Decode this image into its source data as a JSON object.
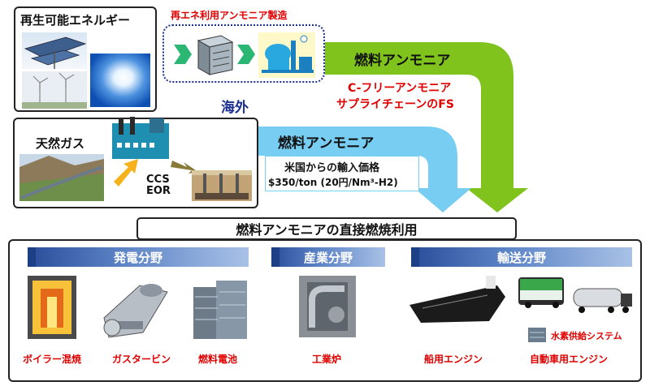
{
  "renewable": {
    "title": "再生可能エネルギー"
  },
  "overseas": {
    "manufacture_label": "再エネ利用アンモニア製造",
    "region_label": "海外"
  },
  "top_flow": {
    "label": "燃料アンモニア"
  },
  "fs_note": {
    "line1": "C-フリーアンモニア",
    "line2": "サプライチェーンのFS"
  },
  "gas": {
    "title": "天然ガス",
    "ccs": "CCS",
    "eor": "EOR"
  },
  "mid_flow": {
    "label": "燃料アンモニア",
    "price_line1": "米国からの輸入価格",
    "price_line2": "$350/ton (20円/Nm³-H2)"
  },
  "direct_use": {
    "title": "燃料アンモニアの直接燃焼利用"
  },
  "sectors": {
    "power": "発電分野",
    "industry": "産業分野",
    "transport": "輸送分野"
  },
  "apps": {
    "boiler": "ボイラー混焼",
    "gas_turbine": "ガスタービン",
    "fuel_cell": "燃料電池",
    "furnace": "工業炉",
    "ship": "船用エンジン",
    "car": "自動車用エンジン",
    "h2_supply": "水素供給システム"
  },
  "colors": {
    "green_arrow": "#7fc31c",
    "blue_arrow": "#77cdf2",
    "red_text": "#e00000",
    "navy_text": "#1a2f8f",
    "banner_blue": "#2b4d9a"
  }
}
